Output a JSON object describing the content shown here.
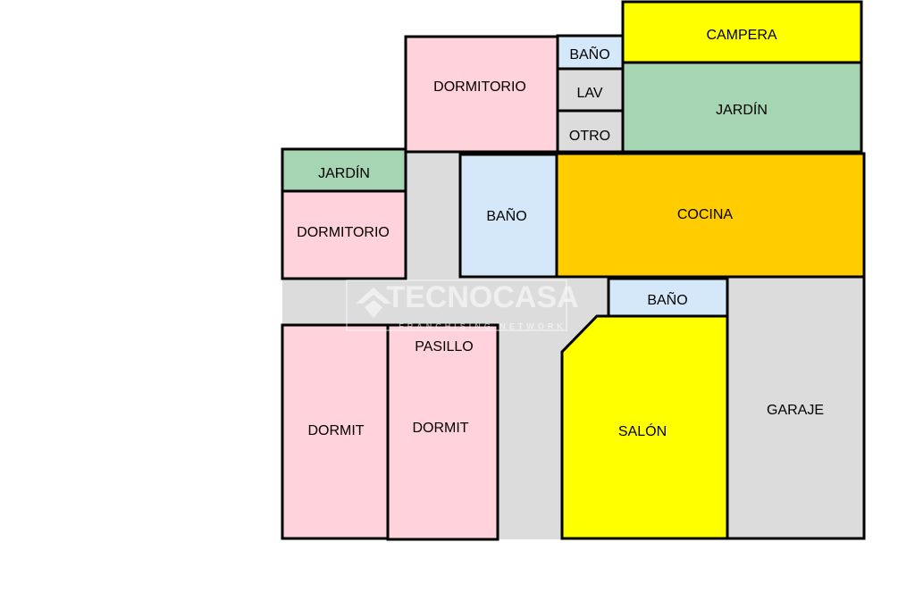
{
  "colors": {
    "corridor": "#DCDCDC",
    "bedroom": "#FFD2DC",
    "bathroom": "#D5E8FA",
    "garden": "#A6D5B3",
    "kitchen": "#FFCC00",
    "yellow": "#FFFF00",
    "utility": "#DCDCDC"
  },
  "rooms": {
    "campera": "CAMPERA",
    "bano_top": "BAÑO",
    "lav": "LAV",
    "otro": "OTRO",
    "jardin_top": "JARDÍN",
    "dormitorio_top": "DORMITORIO",
    "jardin_left": "JARDÍN",
    "dormitorio_left": "DORMITORIO",
    "bano_mid": "BAÑO",
    "cocina": "COCINA",
    "bano_salon": "BAÑO",
    "salon": "SALÓN",
    "garaje": "GARAJE",
    "dormit_1": "DORMIT",
    "pasillo": "PASILLO",
    "dormit_2": "DORMIT"
  },
  "watermark": {
    "brand": "TECNOCASA",
    "tagline": "FRANCHISING NETWORK"
  }
}
